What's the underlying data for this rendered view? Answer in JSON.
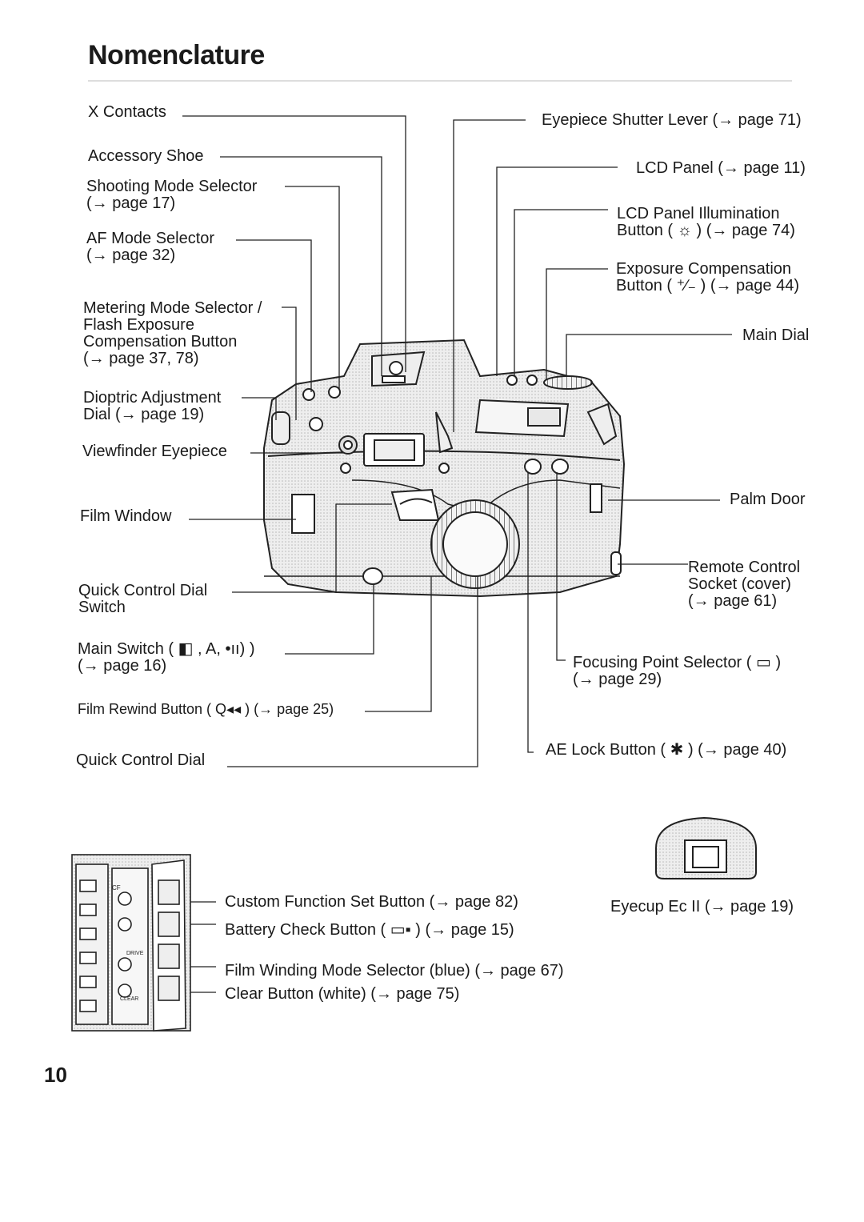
{
  "page": {
    "title": "Nomenclature",
    "page_number": "10"
  },
  "labels": {
    "x_contacts": "X Contacts",
    "accessory_shoe": "Accessory Shoe",
    "shooting_mode_selector": "Shooting Mode Selector",
    "shooting_mode_selector_ref": "(→ page 17)",
    "af_mode_selector": "AF Mode Selector",
    "af_mode_selector_ref": "(→ page 32)",
    "metering_mode_1": "Metering Mode Selector /",
    "metering_mode_2": "Flash Exposure",
    "metering_mode_3": "Compensation Button",
    "metering_mode_ref": "(→ page 37, 78)",
    "dioptric_1": "Dioptric Adjustment",
    "dioptric_2": "Dial (→ page 19)",
    "viewfinder_eyepiece": "Viewfinder Eyepiece",
    "film_window": "Film Window",
    "qcd_switch_1": "Quick Control Dial",
    "qcd_switch_2": "Switch",
    "main_switch_1": "Main Switch ( ◧ , A, •ıı) )",
    "main_switch_ref": "(→ page 16)",
    "film_rewind": "Film Rewind Button ( Q◂◂ ) (→ page 25)",
    "quick_control_dial": "Quick Control Dial",
    "eyepiece_shutter_lever": "Eyepiece Shutter Lever (→ page 71)",
    "lcd_panel": "LCD Panel (→ page 11)",
    "lcd_illum_1": "LCD Panel Illumination",
    "lcd_illum_2": "Button ( ☼ ) (→ page 74)",
    "exp_comp_1": "Exposure Compensation",
    "exp_comp_2": "Button ( ⁺∕₋ ) (→ page 44)",
    "main_dial": "Main Dial",
    "palm_door": "Palm Door",
    "remote_1": "Remote Control",
    "remote_2": "Socket (cover)",
    "remote_ref": "(→ page 61)",
    "focusing_point_1": "Focusing Point Selector ( ▭ )",
    "focusing_point_ref": "(→ page 29)",
    "ae_lock": "AE Lock Button ( ✱ ) (→ page 40)",
    "custom_function": "Custom Function Set Button (→ page 82)",
    "battery_check": "Battery Check Button ( ▭▪ ) (→ page 15)",
    "film_winding": "Film Winding Mode Selector (blue) (→ page 67)",
    "clear_button": "Clear Button (white) (→ page 75)",
    "eyecup": "Eyecup Ec II (→ page 19)"
  },
  "panel_text": {
    "cf": "CF",
    "drive": "DRIVE",
    "clear": "CLEAR"
  }
}
